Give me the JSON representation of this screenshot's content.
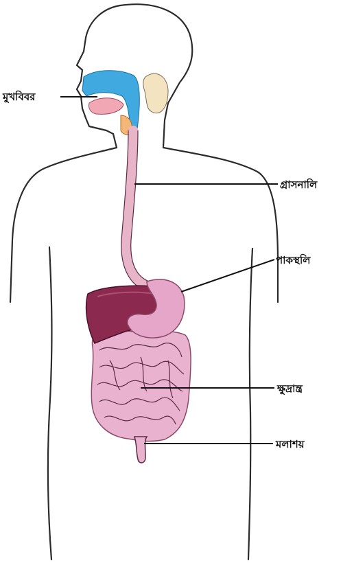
{
  "labels": {
    "mouth": "মুখবিবর",
    "esophagus": "গ্রাসনালি",
    "stomach": "পাকস্থলি",
    "small_intestine": "ক্ষুদ্রান্ত্র",
    "rectum": "মলাশয়"
  },
  "colors": {
    "mouth_cavity": "#3fa9e0",
    "tongue": "#f2a7b4",
    "ear": "#f3e3c0",
    "throat": "#f5b777",
    "esophagus": "#e8b5c8",
    "liver": "#8b2a4e",
    "stomach": "#e6a6c9",
    "intestine": "#e9b3cf",
    "outline": "#2b2b2b"
  }
}
